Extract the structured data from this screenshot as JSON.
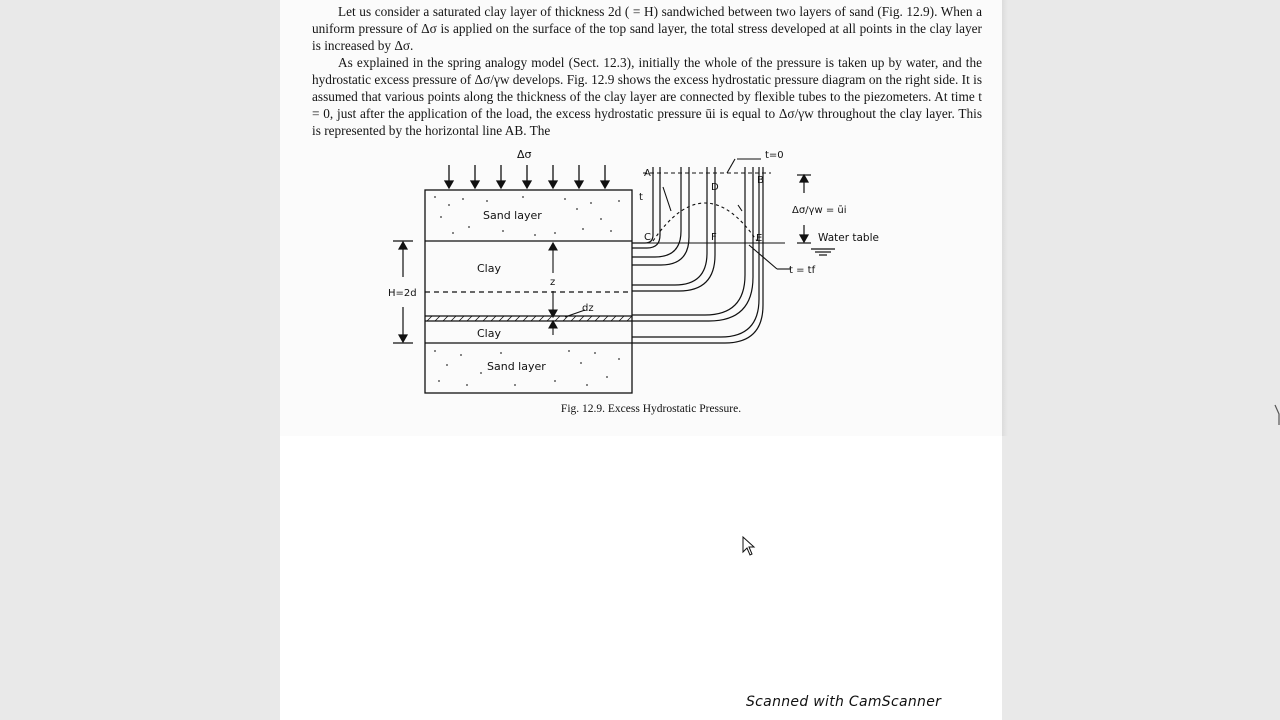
{
  "document": {
    "paragraph1": "Let us consider a saturated clay layer of thickness 2d ( = H) sandwiched between two layers of sand (Fig. 12.9). When a uniform pressure of Δσ is applied on the surface of the top sand layer, the total stress developed at all points in the clay layer is increased by Δσ.",
    "paragraph2": "As explained in the spring analogy model (Sect. 12.3), initially the whole of the pressure is taken up by water, and the hydrostatic excess pressure of Δσ/γw develops. Fig. 12.9 shows the excess hydrostatic pressure diagram on the right side. It is assumed that various points along the thickness of the clay layer are connected by flexible tubes to the piezometers. At time t = 0, just after the application of the load, the excess hydrostatic pressure ūi is equal to Δσ/γw throughout the clay layer. This is represented by the horizontal line AB. The"
  },
  "figure": {
    "load_label": "Δσ",
    "sand_top": "Sand layer",
    "clay_top": "Clay",
    "clay_bottom": "Clay",
    "sand_bottom": "Sand layer",
    "thickness_label": "H=2d",
    "z_label": "z",
    "dz_label": "dz",
    "t0_label": "t=0",
    "tf_label": "t = tf",
    "t_label": "t",
    "point_A": "A",
    "point_B": "B",
    "point_C": "C",
    "point_D": "D",
    "point_E": "E",
    "point_F": "F",
    "pressure_head_label": "Δσ/γw = ūi",
    "water_table_label": "Water table",
    "caption": "Fig. 12.9. Excess Hydrostatic Pressure."
  },
  "watermark": "Scanned with CamScanner"
}
